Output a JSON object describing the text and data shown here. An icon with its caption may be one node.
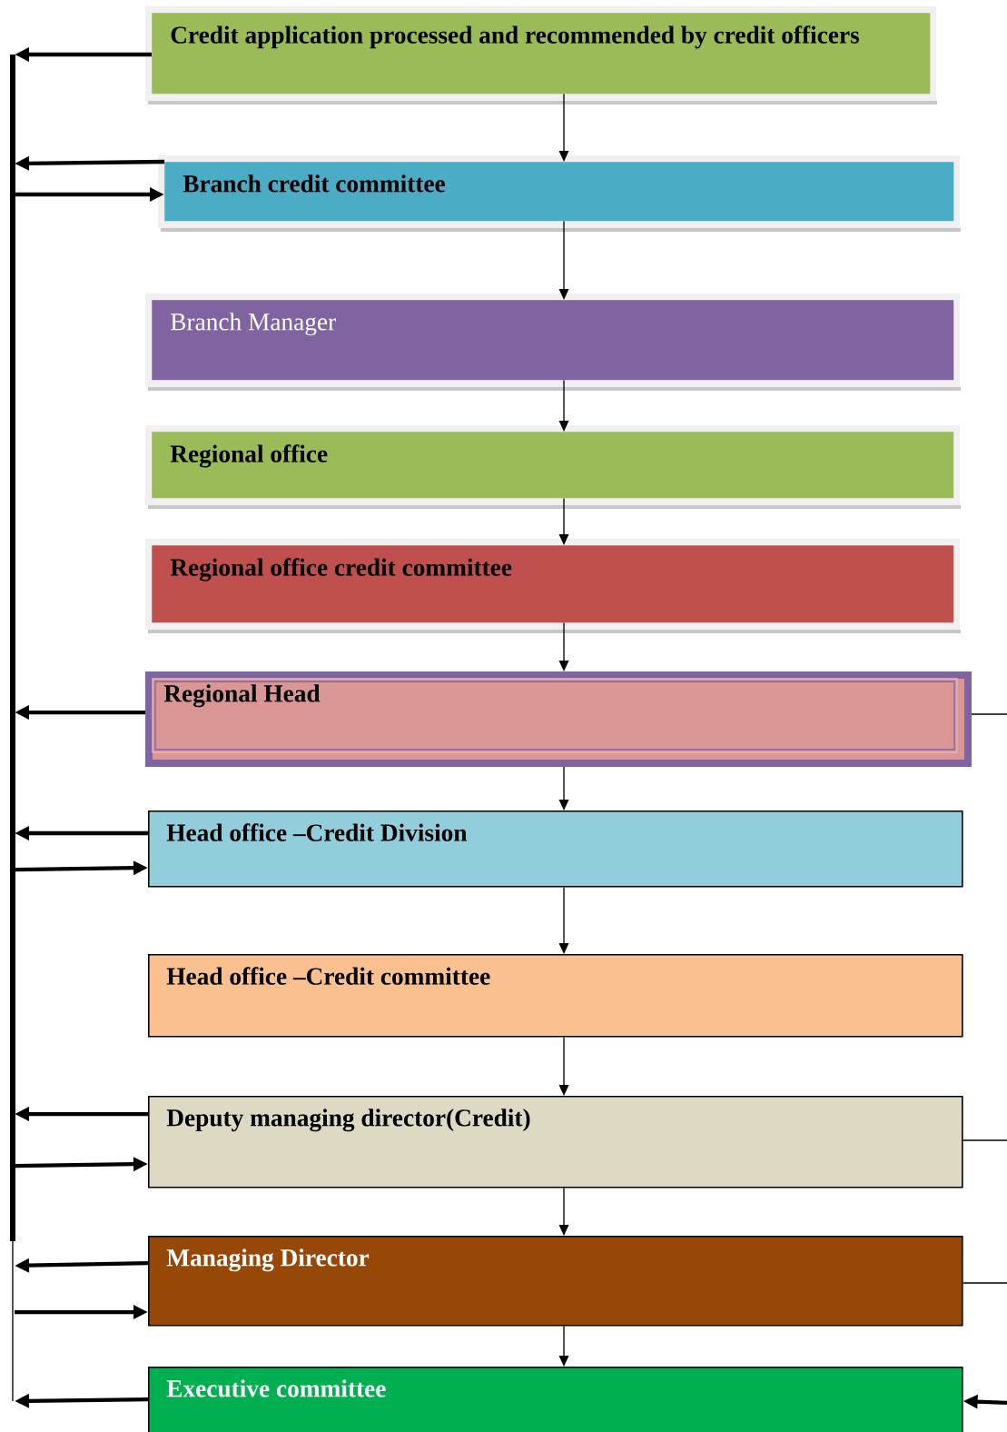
{
  "diagram": {
    "nodes": [
      {
        "text": [
          "Credit application processed and recommended by credit officers"
        ]
      },
      {
        "text": [
          "Branch credit committee"
        ]
      },
      {
        "text": [
          "Branch Manager"
        ]
      },
      {
        "text": [
          "Regional office"
        ]
      },
      {
        "text": [
          "Regional office credit committee"
        ]
      },
      {
        "text": [
          "Regional Head"
        ]
      },
      {
        "text": [
          "Head office –Credit Division"
        ]
      },
      {
        "text": [
          "Head office –Credit committee"
        ]
      },
      {
        "text": [
          "Deputy managing director(Credit)"
        ]
      },
      {
        "text": [
          "Managing Director"
        ]
      },
      {
        "text": [
          "Executive committee"
        ]
      }
    ],
    "edges": [
      {
        "from": 0,
        "to": 1,
        "arrow": "to"
      },
      {
        "from": 1,
        "to": 2,
        "arrow": "to"
      },
      {
        "from": 2,
        "to": 3,
        "arrow": "to"
      },
      {
        "from": 3,
        "to": 4,
        "arrow": "to"
      },
      {
        "from": 4,
        "to": 5,
        "arrow": "to"
      },
      {
        "from": 5,
        "to": 6,
        "arrow": "to"
      },
      {
        "from": 6,
        "to": 7,
        "arrow": "to"
      },
      {
        "from": 7,
        "to": 8,
        "arrow": "to"
      },
      {
        "from": 8,
        "to": 9,
        "arrow": "to"
      },
      {
        "from": 9,
        "to": 10,
        "arrow": "to"
      },
      {
        "from": 0,
        "to": null,
        "arrow": "to",
        "style": "thick"
      },
      {
        "from": 1,
        "to": null,
        "arrow": "to",
        "style": "thick"
      },
      {
        "from": null,
        "to": 1,
        "arrow": "to",
        "style": "thick"
      },
      {
        "from": 5,
        "to": null,
        "arrow": "to",
        "style": "thick"
      },
      {
        "from": 6,
        "to": null,
        "arrow": "to",
        "style": "thick"
      },
      {
        "from": null,
        "to": 6,
        "arrow": "to",
        "style": "thick"
      },
      {
        "from": 8,
        "to": null,
        "arrow": "to",
        "style": "thick"
      },
      {
        "from": null,
        "to": 8,
        "arrow": "to",
        "style": "thick"
      },
      {
        "from": 9,
        "to": null,
        "arrow": "to",
        "style": "thick"
      },
      {
        "from": null,
        "to": 9,
        "arrow": "to",
        "style": "thick"
      },
      {
        "from": 10,
        "to": null,
        "arrow": "to",
        "style": "thick"
      },
      {
        "from": 5,
        "to": null,
        "arrow": "none"
      },
      {
        "from": 8,
        "to": null,
        "arrow": "none"
      },
      {
        "from": 9,
        "to": null,
        "arrow": "none"
      },
      {
        "from": null,
        "to": 10,
        "arrow": "to",
        "style": "thick"
      }
    ]
  }
}
